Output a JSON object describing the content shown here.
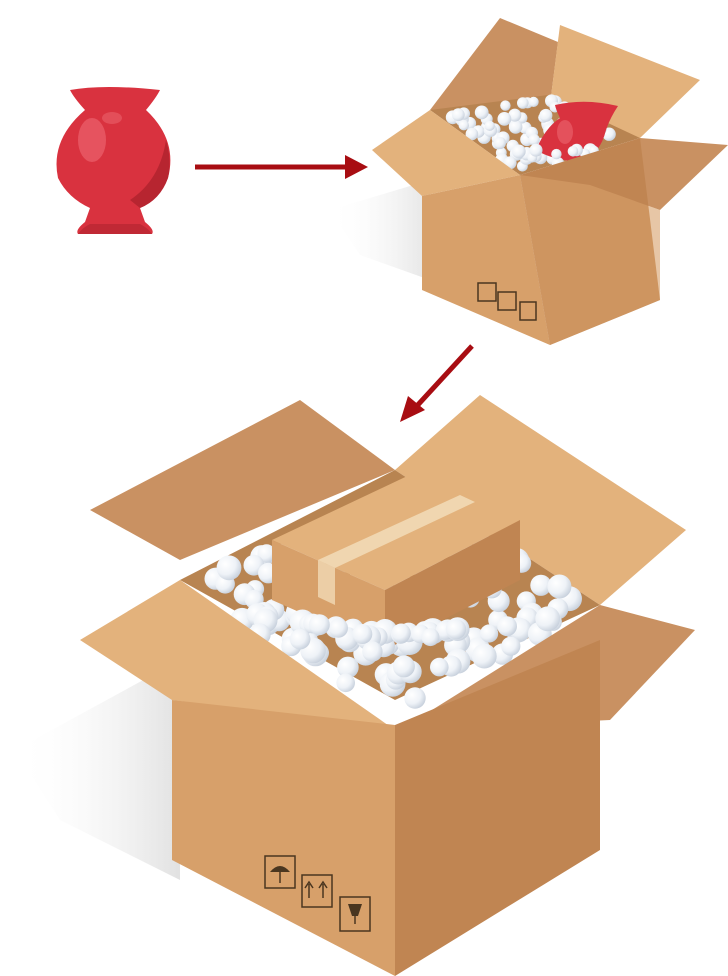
{
  "colors": {
    "vase": "#d9323f",
    "vase_highlight": "#f0707a",
    "vase_shadow": "#a81f2b",
    "arrow": "#a80d12",
    "box_front": "#d7a06a",
    "box_side": "#c08552",
    "box_flap_light": "#e3b27c",
    "box_flap_dark": "#c99162",
    "box_interior": "#b88451",
    "tape": "#f0d6b0",
    "peanut": "#eef2f7",
    "peanut_shade": "#c7d0dc",
    "shadow": "#e6e6e6",
    "icon_stroke": "#4a3620"
  },
  "steps": [
    {
      "id": "item",
      "icon": "vase-icon"
    },
    {
      "id": "inner-box",
      "icon": "box-with-vase-icon"
    },
    {
      "id": "double-box",
      "icon": "box-in-box-icon"
    }
  ],
  "arrows": [
    {
      "from": "item",
      "to": "inner-box",
      "direction": "right"
    },
    {
      "from": "inner-box",
      "to": "double-box",
      "direction": "down-left"
    }
  ],
  "handling_symbols": [
    "umbrella-keep-dry-icon",
    "this-way-up-icon",
    "fragile-glass-icon"
  ]
}
